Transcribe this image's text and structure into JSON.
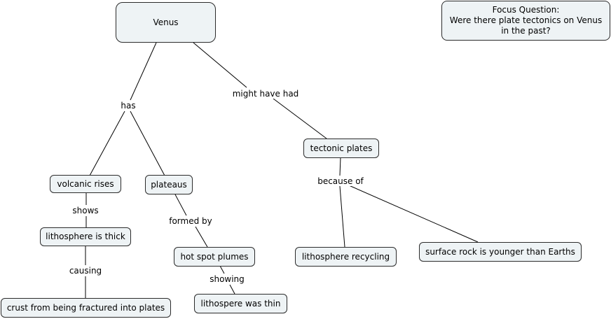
{
  "focus_question": {
    "heading": "Focus Question:",
    "line1": "Were there plate tectonics on Venus",
    "line2": "in the past?"
  },
  "concepts": {
    "venus": "Venus",
    "volcanic_rises": "volcanic rises",
    "plateaus": "plateaus",
    "lithosphere_thick": "lithosphere is thick",
    "crust_fractured": "crust from being fractured into plates",
    "hot_spot_plumes": "hot spot plumes",
    "lithospere_thin": "lithospere was thin",
    "tectonic_plates": "tectonic plates",
    "lithosphere_recycling": "lithosphere recycling",
    "surface_rock": "surface rock is younger than Earths"
  },
  "links": {
    "has": "has",
    "might_have_had": "might have had",
    "shows": "shows",
    "causing": "causing",
    "formed_by": "formed by",
    "showing": "showing",
    "because_of": "because of"
  },
  "colors": {
    "node_fill": "#eef3f5",
    "node_border": "#2b2b2b",
    "line": "#000000"
  }
}
